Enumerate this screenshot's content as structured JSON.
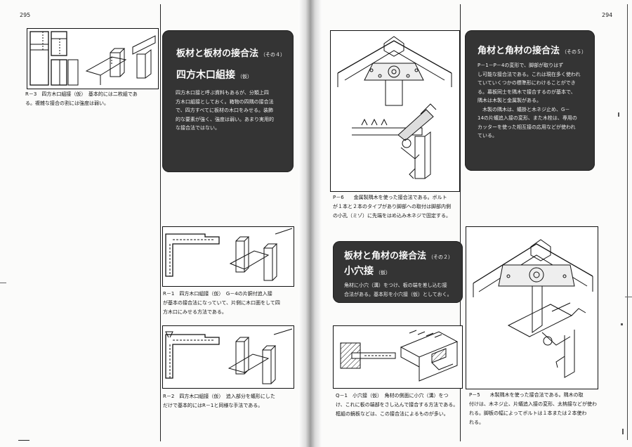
{
  "left_page_number": "295",
  "right_page_number": "294",
  "box1": {
    "title": "板材と板材の接合法",
    "title_note": "（その４）",
    "subtitle": "四方木口組接",
    "subtitle_note": "（仮）",
    "body": "四方木口接と呼ぶ資料もあるが、分類上四\n方木口組接としておく。箱物の四隅の接合法\nで、四方すべてに板材の木口をみせる。装飾\n的な要素が強く、強度は弱い。あまり実用的\nな接合法ではない。"
  },
  "caption_r3": "R－3　四方木口組接（仮）　基本的には二枚組であ\nる。複雑な接合の割には強度は弱い。",
  "caption_r1": "R－1　四方木口組接（仮）　G－4の片胴付追入接\nが基本の接合法になっていて、片側に木口面をして四\n方木口にみせる方法である。",
  "caption_r2": "R－2　四方木口組接（仮）　追入部分を蟻形にした\nだけで基本的にはR－1と同様な手法である。",
  "caption_p6": "P－6　　金属製隅木を使った接合法である。ボルト\nが１本と２本のタイプがあり脚部への取付は脚部内側\nの小孔（ミゾ）に先端をはめ込み木ネジで固定する。",
  "box2": {
    "title": "板材と角材の接合法",
    "title_note": "（その２）",
    "subtitle": "小穴接",
    "subtitle_note": "（仮）",
    "body": "角材に小穴（溝）をつけ、板の端を差し込む接\n合法がある。基本形を小穴接（仮）としておく。"
  },
  "caption_q1": "Q－1　小穴接（仮）　角材の側面に小穴（溝）をつ\nけ、これに板の端部をさし込んで接合する方法である。\n框組の鏡板などは、この接合法によるものが多い。",
  "box3": {
    "title": "角材と角材の接合法",
    "title_note": "（その５）",
    "body": "P－1－P－4の変形で、脚部が取りはず\nし可能な接合法である。これは現在多く使われ\nていていくつかの標準形にわけることができ\nる。幕板同士を隅木で接合するのが基本で、\n隅木は木製と金属製がある。\n　木製の隅木は、蟻掛と木ネジ止め、G－\n14の片蟻追入接の変形、また木栓は、専用の\nカッターを使った相互接の応用などが使われ\nている。"
  },
  "caption_p5": "P－5　　木製隅木を使った接合法である。隅木の取\n付けは、木ネジ止、片蟻追入接の変形、太枘接などが使わ\nれる。脚板の幅によってボルトは１本または２本使わ\nれる。"
}
